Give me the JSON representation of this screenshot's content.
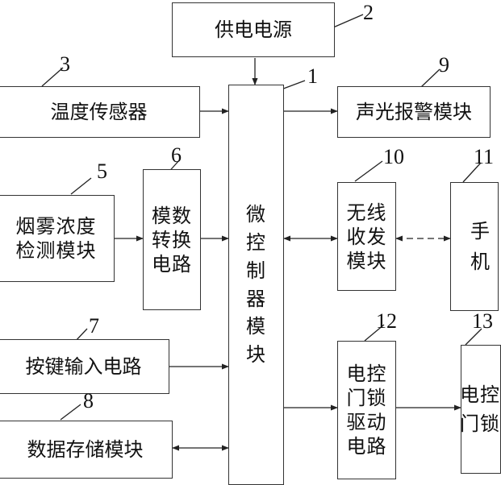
{
  "diagram": {
    "power_supply": {
      "label": "供电电源",
      "number": "2"
    },
    "temperature_sensor": {
      "label": "温度传感器",
      "number": "3"
    },
    "smoke_detection": {
      "label": "烟雾浓度\n检测模块",
      "number": "5"
    },
    "adc_circuit": {
      "label": "模数\n转换\n电路",
      "number": "6"
    },
    "key_input": {
      "label": "按键输入电路",
      "number": "7"
    },
    "data_storage": {
      "label": "数据存储模块",
      "number": "8"
    },
    "microcontroller": {
      "label": "微\n控\n制\n器\n模\n块",
      "number": "1"
    },
    "alarm_module": {
      "label": "声光报警模块",
      "number": "9"
    },
    "wireless_module": {
      "label": "无线\n收发\n模块",
      "number": "10"
    },
    "mobile_phone": {
      "label": "手\n机",
      "number": "11"
    },
    "lock_driver": {
      "label": "电控\n门锁\n驱动\n电路",
      "number": "12"
    },
    "electric_lock": {
      "label": "电控\n门锁",
      "number": "13"
    }
  }
}
